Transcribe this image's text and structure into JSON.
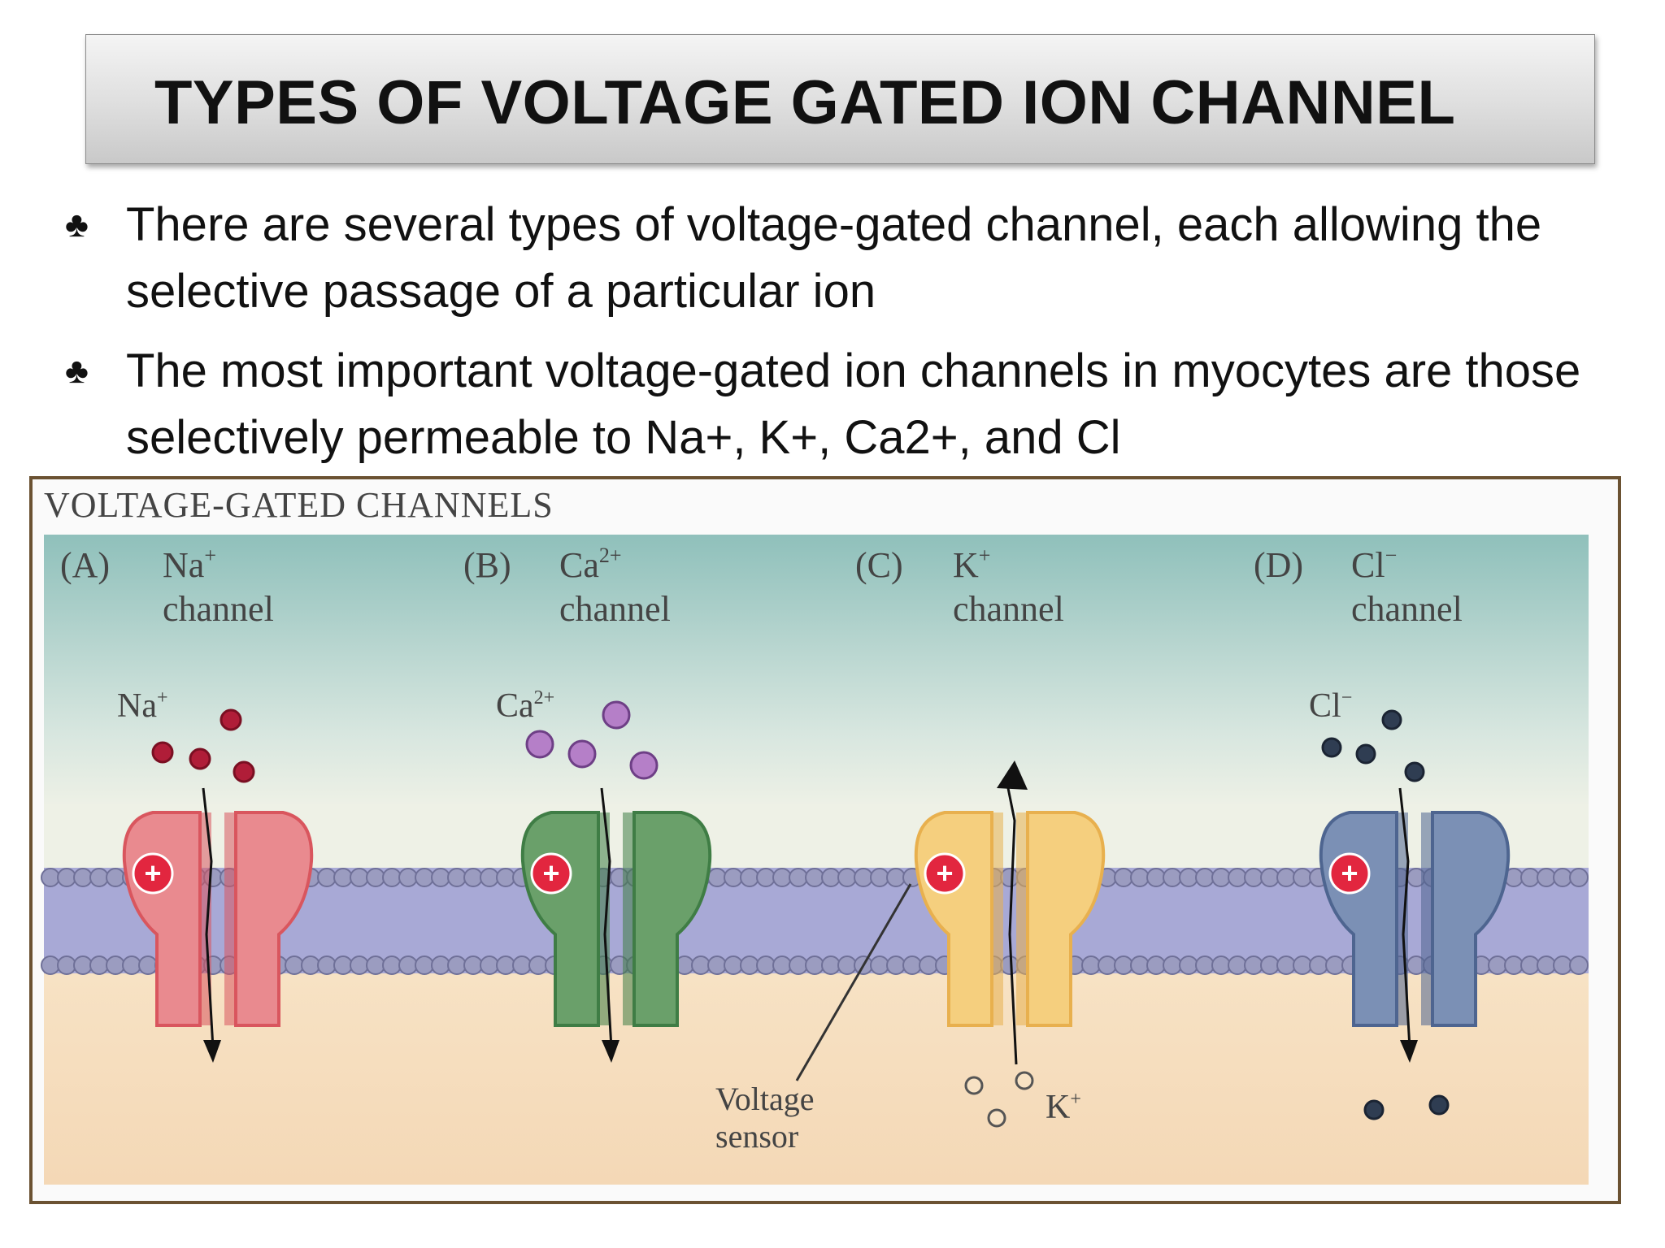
{
  "slide": {
    "title": "TYPES OF VOLTAGE GATED ION CHANNEL",
    "bullets": [
      "There are several types of voltage-gated channel, each allowing the selective passage of a particular ion",
      "The most important voltage-gated ion channels in myocytes are those selectively permeable to Na+, K+, Ca2+, and Cl"
    ],
    "bullet_icon": "club-icon"
  },
  "figure": {
    "heading": "VOLTAGE-GATED CHANNELS",
    "panels": [
      {
        "letter": "(A)",
        "ion": "Na",
        "charge": "+",
        "word": "channel",
        "color": "#e98a8f",
        "dark": "#d9565e"
      },
      {
        "letter": "(B)",
        "ion": "Ca",
        "charge": "2+",
        "word": "channel",
        "color": "#6aa06a",
        "dark": "#3f7d45"
      },
      {
        "letter": "(C)",
        "ion": "K",
        "charge": "+",
        "word": "channel",
        "color": "#f5cf7e",
        "dark": "#e8b04e"
      },
      {
        "letter": "(D)",
        "ion": "Cl",
        "charge": "−",
        "word": "channel",
        "color": "#7b90b5",
        "dark": "#4e6590"
      }
    ],
    "ion_labels": [
      {
        "ion": "Na",
        "charge": "+"
      },
      {
        "ion": "Ca",
        "charge": "2+"
      },
      {
        "ion": "Cl",
        "charge": "−"
      },
      {
        "ion": "K",
        "charge": "+"
      }
    ],
    "sensor_label_1": "Voltage",
    "sensor_label_2": "sensor",
    "sensor_symbol": "+"
  }
}
